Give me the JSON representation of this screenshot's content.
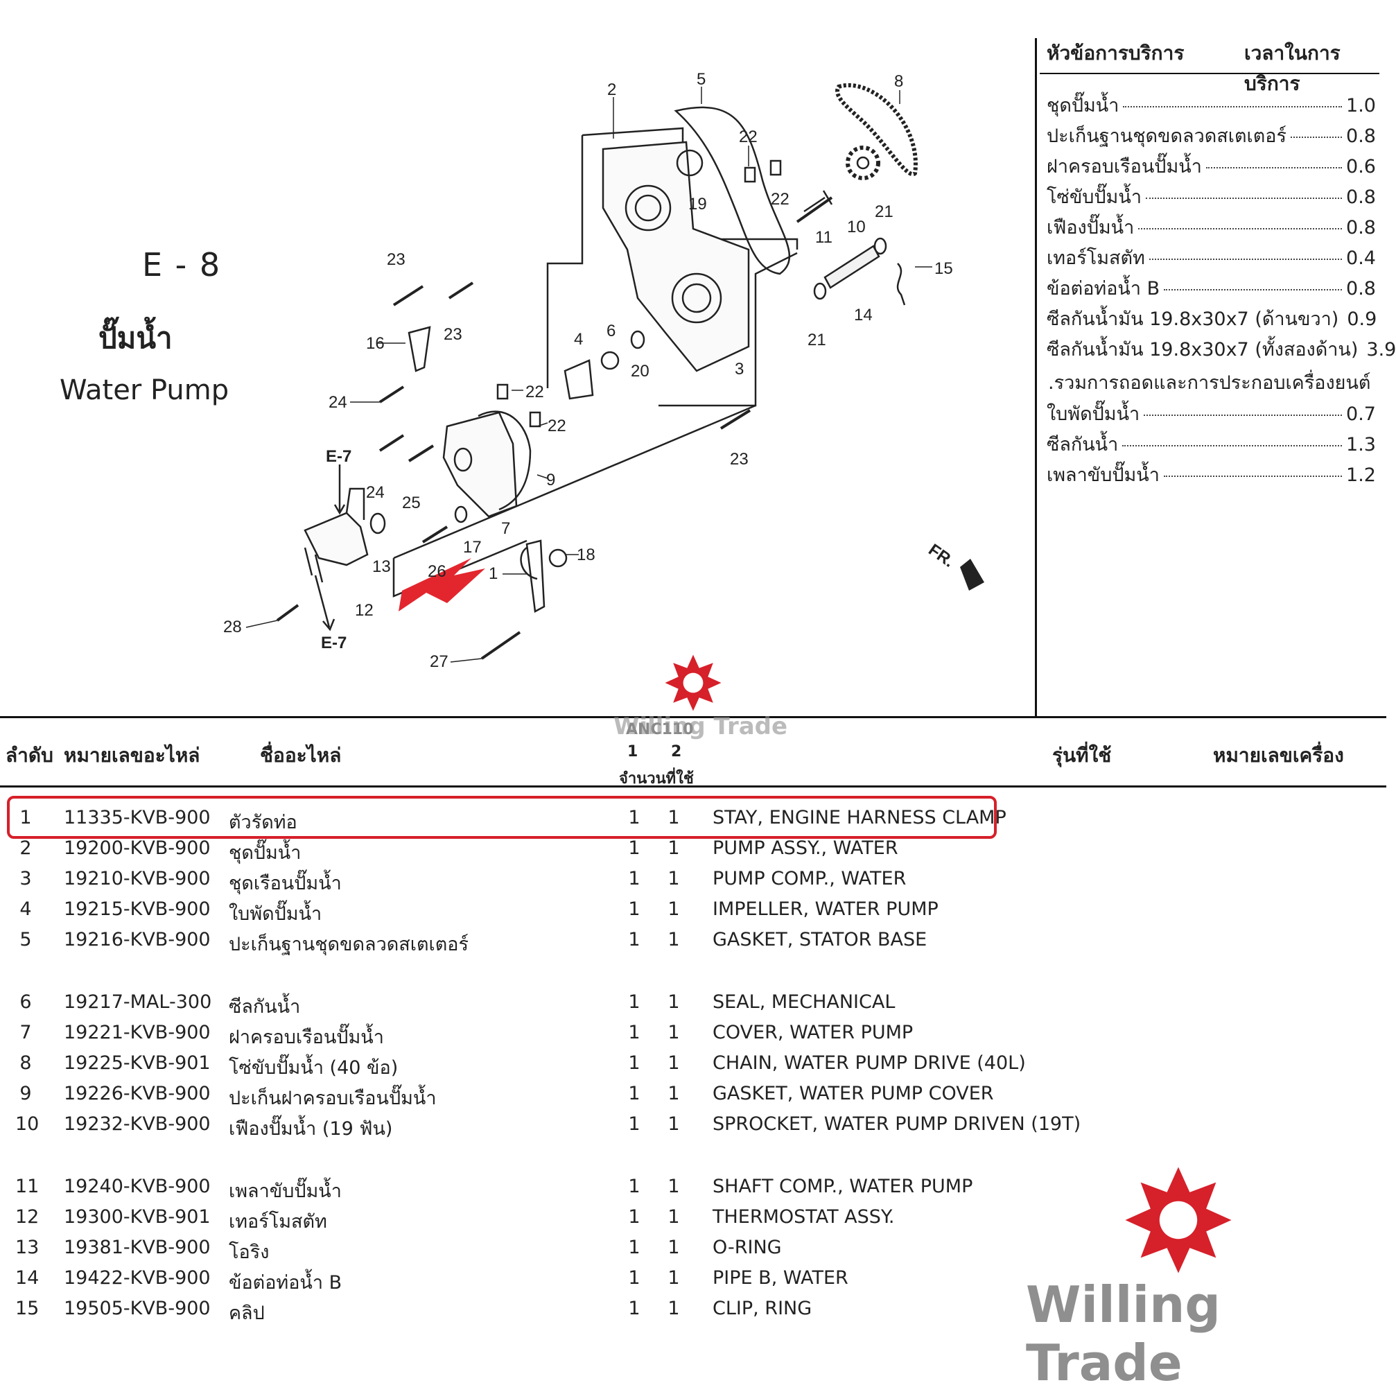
{
  "section": {
    "code": "E - 8",
    "title_th": "ปั๊มน้ำ",
    "title_en": "Water Pump"
  },
  "service": {
    "header_left": "หัวข้อการบริการ",
    "header_right": "เวลาในการบริการ",
    "items": [
      {
        "label": "ชุดปั๊มน้ำ",
        "time": "1.0"
      },
      {
        "label": "ปะเก็นฐานชุดขดลวดสเตเตอร์",
        "time": "0.8"
      },
      {
        "label": "ฝาครอบเรือนปั๊มน้ำ",
        "time": "0.6"
      },
      {
        "label": "โซ่ขับปั๊มน้ำ",
        "time": "0.8"
      },
      {
        "label": "เฟืองปั๊มน้ำ",
        "time": "0.8"
      },
      {
        "label": "เทอร์โมสตัท",
        "time": "0.4"
      },
      {
        "label": "ข้อต่อท่อน้ำ B",
        "time": "0.8"
      },
      {
        "label": "ซีลกันน้ำมัน 19.8x30x7 (ด้านขวา)",
        "time": "0.9"
      },
      {
        "label": "ซีลกันน้ำมัน 19.8x30x7 (ทั้งสองด้าน)",
        "time": "3.9"
      }
    ],
    "note": ".รวมการถอดและการประกอบเครื่องยนต์",
    "items2": [
      {
        "label": "ใบพัดปั๊มน้ำ",
        "time": "0.7"
      },
      {
        "label": "ซีลกันน้ำ",
        "time": "1.3"
      },
      {
        "label": "เพลาขับปั๊มน้ำ",
        "time": "1.2"
      }
    ]
  },
  "diagram": {
    "callouts": [
      "1",
      "2",
      "3",
      "4",
      "5",
      "6",
      "7",
      "8",
      "9",
      "10",
      "11",
      "12",
      "13",
      "14",
      "15",
      "16",
      "17",
      "18",
      "19",
      "20",
      "21",
      "21",
      "22",
      "22",
      "22",
      "22",
      "23",
      "23",
      "23",
      "24",
      "24",
      "25",
      "26",
      "27",
      "28"
    ],
    "refs": [
      "E-7",
      "E-7"
    ],
    "fr_label": "FR."
  },
  "table": {
    "headers": {
      "no": "ลำดับ",
      "part": "หมายเลขอะไหล่",
      "name": "ชื่ออะไหล่",
      "model_code": "ANC110",
      "col1": "1",
      "col2": "2",
      "qty": "จำนวนที่ใช้",
      "model": "รุ่นที่ใช้",
      "engine": "หมายเลขเครื่อง"
    },
    "rows": [
      {
        "no": "1",
        "part": "11335-KVB-900",
        "th": "ตัวรัดท่อ",
        "q1": "1",
        "q2": "1",
        "en": "STAY, ENGINE HARNESS CLAMP"
      },
      {
        "no": "2",
        "part": "19200-KVB-900",
        "th": "ชุดปั๊มน้ำ",
        "q1": "1",
        "q2": "1",
        "en": "PUMP ASSY., WATER"
      },
      {
        "no": "3",
        "part": "19210-KVB-900",
        "th": "ชุดเรือนปั๊มน้ำ",
        "q1": "1",
        "q2": "1",
        "en": "PUMP COMP., WATER"
      },
      {
        "no": "4",
        "part": "19215-KVB-900",
        "th": "ใบพัดปั๊มน้ำ",
        "q1": "1",
        "q2": "1",
        "en": "IMPELLER, WATER PUMP"
      },
      {
        "no": "5",
        "part": "19216-KVB-900",
        "th": "ปะเก็นฐานชุดขดลวดสเตเตอร์",
        "q1": "1",
        "q2": "1",
        "en": "GASKET, STATOR BASE"
      },
      {
        "no": "6",
        "part": "19217-MAL-300",
        "th": "ซีลกันน้ำ",
        "q1": "1",
        "q2": "1",
        "en": "SEAL, MECHANICAL"
      },
      {
        "no": "7",
        "part": "19221-KVB-900",
        "th": "ฝาครอบเรือนปั๊มน้ำ",
        "q1": "1",
        "q2": "1",
        "en": "COVER, WATER PUMP"
      },
      {
        "no": "8",
        "part": "19225-KVB-901",
        "th": "โซ่ขับปั๊มน้ำ (40 ข้อ)",
        "q1": "1",
        "q2": "1",
        "en": "CHAIN, WATER PUMP DRIVE (40L)"
      },
      {
        "no": "9",
        "part": "19226-KVB-900",
        "th": "ปะเก็นฝาครอบเรือนปั๊มน้ำ",
        "q1": "1",
        "q2": "1",
        "en": "GASKET, WATER PUMP COVER"
      },
      {
        "no": "10",
        "part": "19232-KVB-900",
        "th": "เฟืองปั๊มน้ำ (19 ฟัน)",
        "q1": "1",
        "q2": "1",
        "en": "SPROCKET, WATER PUMP DRIVEN (19T)"
      },
      {
        "no": "11",
        "part": "19240-KVB-900",
        "th": "เพลาขับปั๊มน้ำ",
        "q1": "1",
        "q2": "1",
        "en": "SHAFT COMP., WATER PUMP"
      },
      {
        "no": "12",
        "part": "19300-KVB-901",
        "th": "เทอร์โมสตัท",
        "q1": "1",
        "q2": "1",
        "en": "THERMOSTAT ASSY."
      },
      {
        "no": "13",
        "part": "19381-KVB-900",
        "th": "โอริง",
        "q1": "1",
        "q2": "1",
        "en": "O-RING"
      },
      {
        "no": "14",
        "part": "19422-KVB-900",
        "th": "ข้อต่อท่อน้ำ B",
        "q1": "1",
        "q2": "1",
        "en": "PIPE B, WATER"
      },
      {
        "no": "15",
        "part": "19505-KVB-900",
        "th": "คลิป",
        "q1": "1",
        "q2": "1",
        "en": "CLIP, RING"
      }
    ]
  },
  "watermark": {
    "text": "Willing Trade",
    "color": "#d6202a"
  }
}
